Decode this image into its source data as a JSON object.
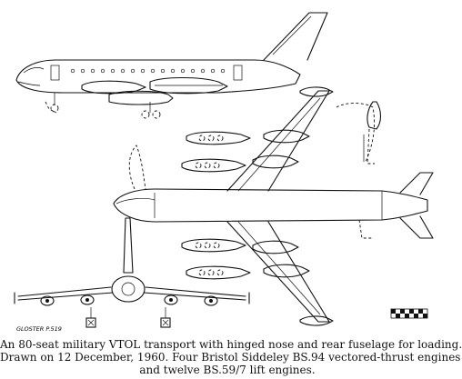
{
  "drawing": {
    "label": "GLOSTER P.519"
  },
  "caption": {
    "lines": [
      "An 80-seat military VTOL transport with hinged nose and rear fuselage for loading.",
      "Drawn on 12 December, 1960. Four Bristol Siddeley BS.94 vectored-thrust engines",
      "and twelve BS.59/7 lift engines."
    ]
  }
}
